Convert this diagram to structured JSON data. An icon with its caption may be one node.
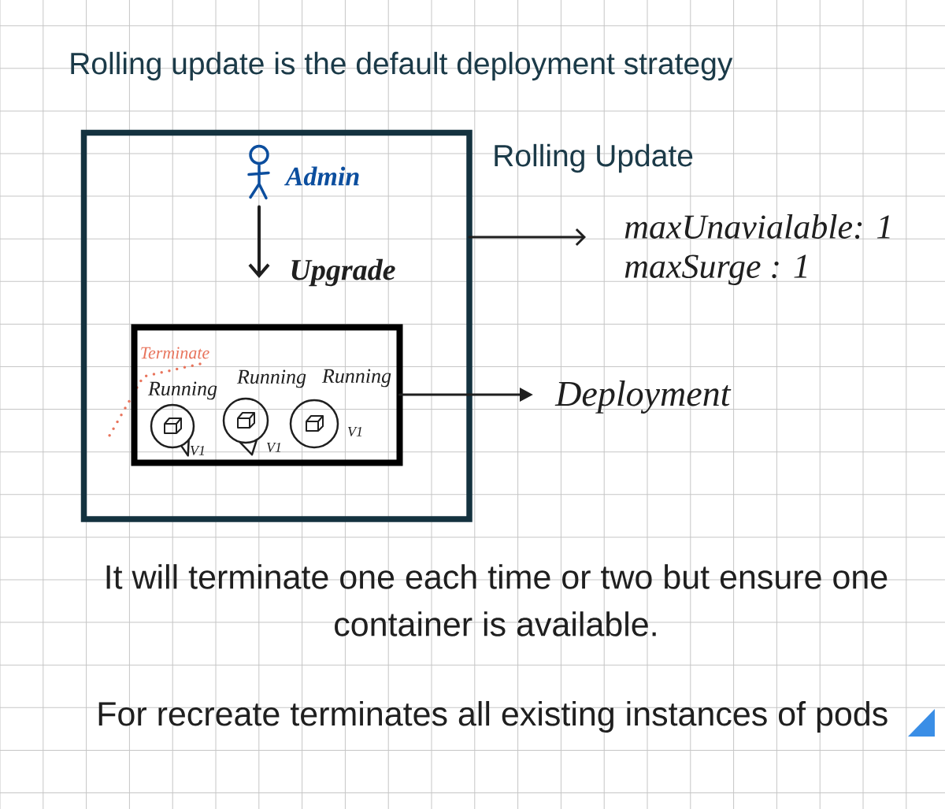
{
  "diagram": {
    "title": "Rolling update is the default deployment strategy",
    "nodes": [
      {
        "text": [
          "Rolling Update"
        ]
      },
      {
        "text": [],
        "shape": "person",
        "beside": [
          "Admin"
        ],
        "in": 0
      },
      {
        "text": [],
        "shape": "box",
        "in": 0
      },
      {
        "text": [],
        "shape": "circle",
        "beside": [
          "Running",
          "V1"
        ],
        "in": 2
      },
      {
        "text": [],
        "shape": "circle",
        "beside": [
          "Running",
          "V1"
        ],
        "in": 2
      },
      {
        "text": [],
        "shape": "circle",
        "beside": [
          "Running",
          "V1"
        ],
        "in": 2
      },
      {
        "text": [
          "maxUnavialable: 1",
          "maxSurge : 1"
        ]
      },
      {
        "text": [
          "Deployment"
        ]
      }
    ],
    "edges": [
      {
        "from": 1,
        "to": null,
        "arrow": "to",
        "label": "Upgrade"
      },
      {
        "from": 0,
        "to": 6,
        "arrow": "to"
      },
      {
        "from": 2,
        "to": 7,
        "arrow": "to"
      }
    ],
    "labels": [
      "Terminate",
      "It will terminate one each time or two but ensure one container is available.",
      "For recreate terminates all existing instances of pods"
    ]
  }
}
